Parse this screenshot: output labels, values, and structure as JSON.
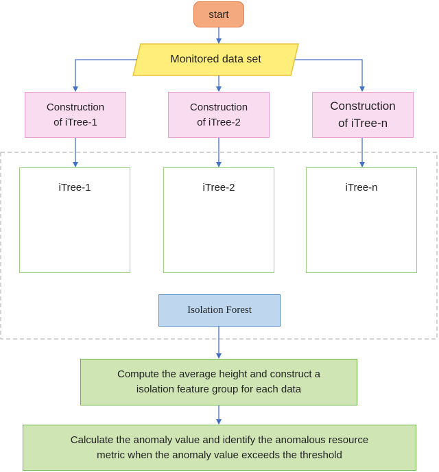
{
  "nodes": {
    "start": "start",
    "monitored": "Monitored data set",
    "construct_1": "Construction\nof iTree-1",
    "construct_2": "Construction\nof iTree-2",
    "construct_n": "Construction\nof iTree-n",
    "tree_1": "iTree-1",
    "tree_2": "iTree-2",
    "tree_n": "iTree-n",
    "isolation_forest": "Isolation Forest",
    "compute": "Compute the average height and construct a\nisolation feature group for each data",
    "calculate": "Calculate the anomaly value and identify the anomalous resource\nmetric when the anomaly value exceeds the threshold"
  },
  "colors": {
    "start_fill": "#F5A97F",
    "parallelogram_fill": "#FFEE7A",
    "construct_fill": "#FADCF0",
    "tree_border": "#9CCF7E",
    "tree_node": "#F07A22",
    "iforest_fill": "#BED7EE",
    "result_fill": "#CFE6B4",
    "arrow": "#4472C4"
  }
}
